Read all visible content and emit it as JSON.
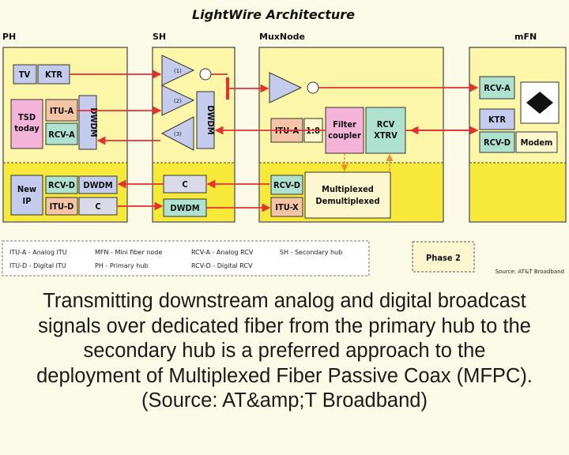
{
  "diagram": {
    "title": "LightWire Architecture",
    "sections": {
      "ph": "PH",
      "sh": "SH",
      "muxnode": "MuxNode",
      "mfn": "mFN"
    },
    "blocks": {
      "tv": "TV",
      "ktr_ph": "KTR",
      "itu_a_ph": "ITU-A",
      "rcv_a_ph": "RCV-A",
      "dwdm_ph": "DWDM",
      "tsd_line1": "TSD",
      "tsd_line2": "today",
      "new_line1": "New",
      "new_line2": "IP",
      "rcv_d_ph": "RCV-D",
      "dwdm_ph_low": "DWDM",
      "itu_d_ph": "ITU-D",
      "c_ph": "C",
      "dwdm_sh": "DWDM",
      "c_sh": "C",
      "dwdm_sh_low": "DWDM",
      "itu_a_mux": "ITU-A",
      "ratio": "1:8",
      "filter_line1": "Filter",
      "filter_line2": "coupler",
      "rcv_xtrv_line1": "RCV",
      "rcv_xtrv_line2": "XTRV",
      "rcv_d_mux": "RCV-D",
      "itu_x_mux": "ITU-X",
      "mux_line1": "Multiplexed",
      "mux_line2": "Demultiplexed",
      "rcv_a_mfn": "RCV-A",
      "ktr_mfn": "KTR",
      "rcv_d_mfn": "RCV-D",
      "modem": "Modem"
    },
    "amp_labels": [
      "(1)",
      "(2)",
      "(3)"
    ],
    "legend": [
      "ITU-A - Analog ITU",
      "ITU-D - Digital ITU",
      "MFN - Mini fiber node",
      "PH - Primary hub",
      "RCV-A - Analog RCV",
      "RCV-D - Digital RCV",
      "SH - Secondary hub"
    ],
    "phase": "Phase 2",
    "source": "Source: AT&T Broadband"
  },
  "caption": [
    "Transmitting downstream analog and digital broadcast",
    "signals over dedicated fiber from the primary hub to the",
    "secondary hub is a preferred approach to the",
    "deployment of Multiplexed Fiber Passive Coax (MFPC).",
    "(Source: AT&amp;T Broadband)"
  ],
  "colors": {
    "section_fill": "#fbf6a8",
    "lower_band": "#f7e93a",
    "block_blue": "#c5cbec",
    "block_pink": "#f4b3d8",
    "block_green": "#aee1cf",
    "block_peach": "#f3c4a6",
    "block_cream": "#fdf7cf",
    "line_red": "#e33131",
    "dash_orange": "#e8902e"
  }
}
